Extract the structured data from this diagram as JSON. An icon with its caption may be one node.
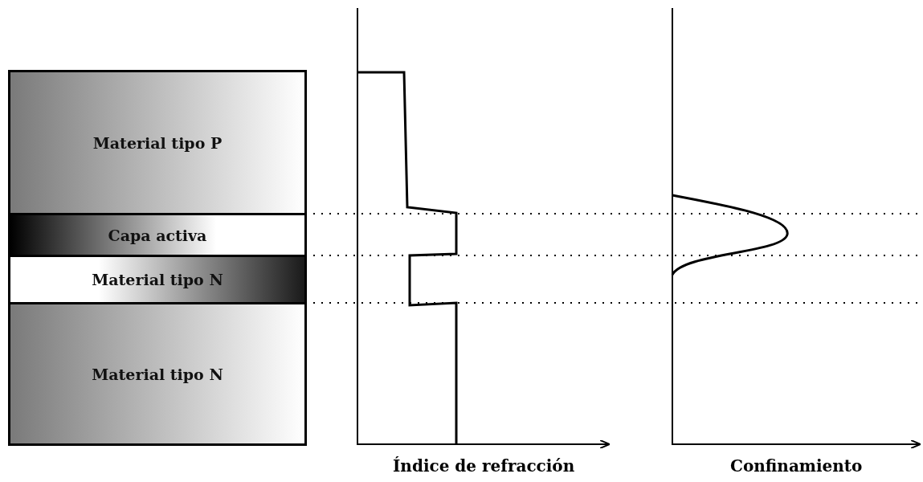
{
  "diagram": {
    "nodes": [
      {
        "text": [
          "Material tipo P"
        ]
      },
      {
        "text": [
          "Capa activa"
        ]
      },
      {
        "text": [
          "Material tipo N"
        ]
      },
      {
        "text": [
          "Material tipo N"
        ]
      }
    ],
    "labels": [
      "Índice de refracción",
      "Confinamiento"
    ]
  }
}
